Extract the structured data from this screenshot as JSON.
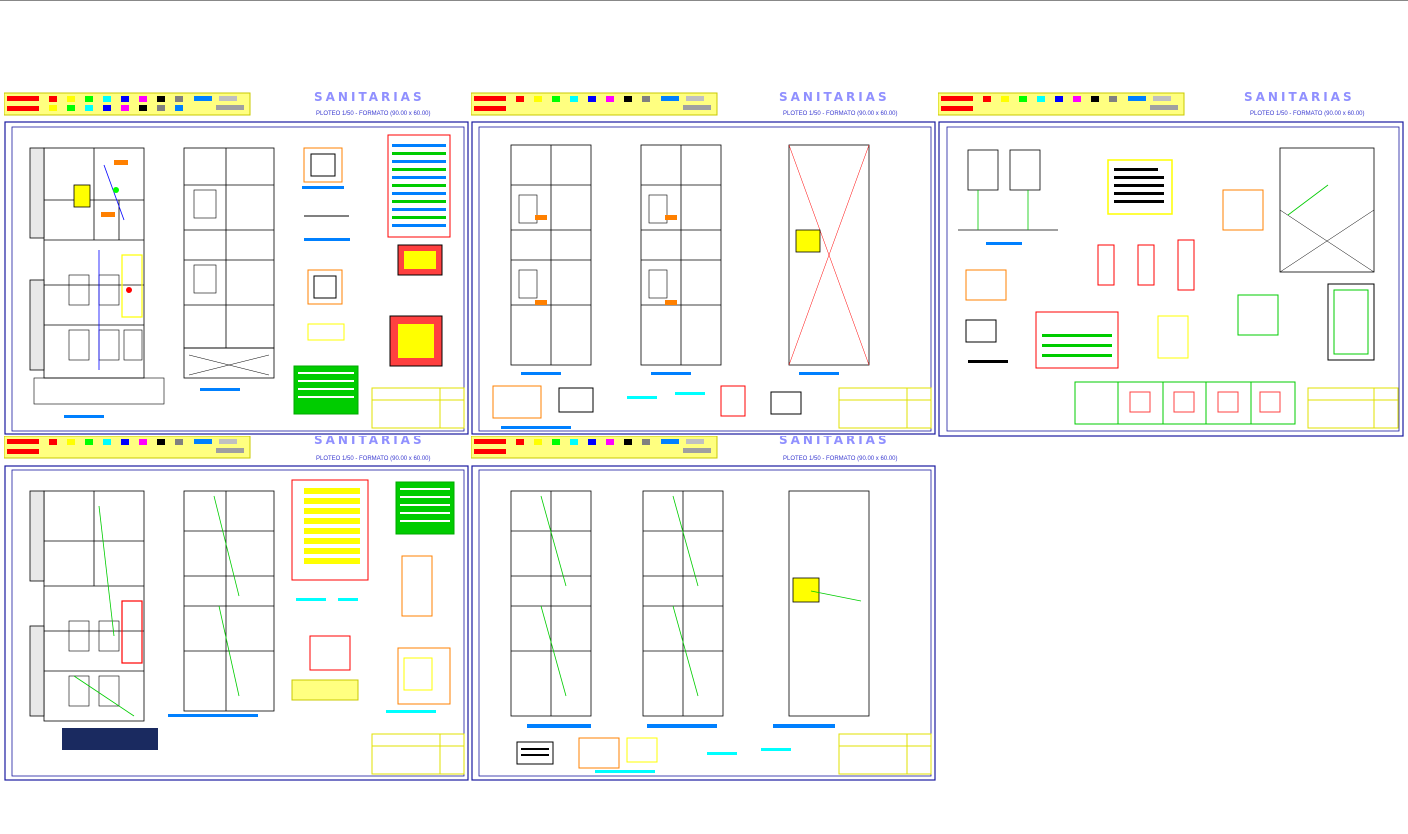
{
  "canvas": {
    "background": "#ffffff",
    "frame_color": "#1a1aa0"
  },
  "sheets": [
    {
      "id": "sheet-1",
      "title": "SANITARIAS",
      "subtitle": "PLOTEO 1/50 - FORMATO (90.00 x 60.00)"
    },
    {
      "id": "sheet-2",
      "title": "SANITARIAS",
      "subtitle": "PLOTEO 1/50 - FORMATO (90.00 x 60.00)"
    },
    {
      "id": "sheet-3",
      "title": "SANITARIAS",
      "subtitle": "PLOTEO 1/50 - FORMATO (90.00 x 60.00)"
    },
    {
      "id": "sheet-4",
      "title": "SANITARIAS",
      "subtitle": "PLOTEO 1/50 - FORMATO (90.00 x 60.00)"
    },
    {
      "id": "sheet-5",
      "title": "SANITARIAS",
      "subtitle": "PLOTEO 1/50 - FORMATO (90.00 x 60.00)"
    }
  ],
  "layer_colors": [
    "#ff0000",
    "#ffff00",
    "#00ff00",
    "#00ffff",
    "#0000ff",
    "#ff00ff",
    "#000000",
    "#808080",
    "#0080ff",
    "#c0c0c0"
  ],
  "accent_colors": {
    "title": "#9090ff",
    "subtitle": "#3a3ad0",
    "water": "#00cc00",
    "drain": "#ff8000",
    "cold": "#0080ff",
    "legend": "#ffff00"
  }
}
